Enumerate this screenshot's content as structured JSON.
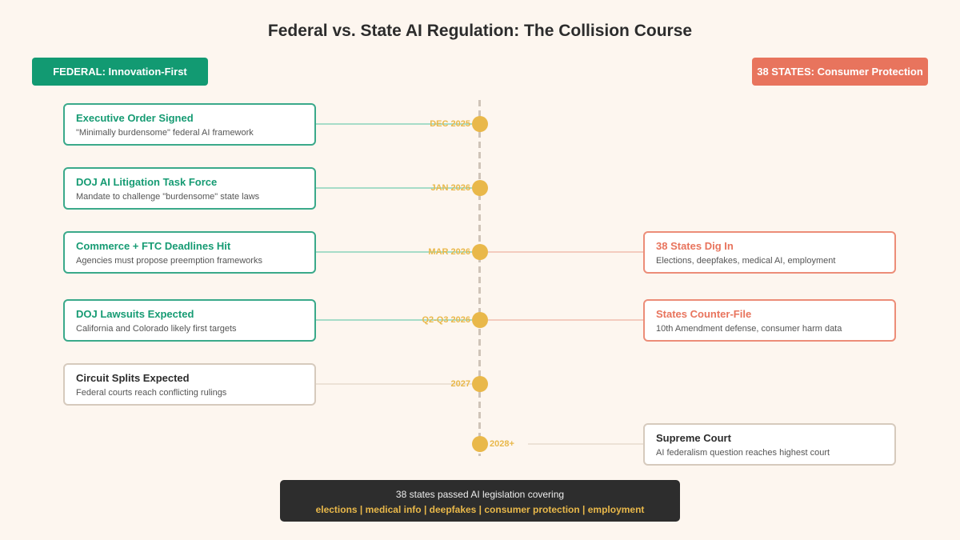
{
  "title": "Federal vs. State AI Regulation: The Collision Course",
  "headers": {
    "federal": "FEDERAL: Innovation-First",
    "states": "38 STATES: Consumer Protection"
  },
  "colors": {
    "background": "#fdf6ef",
    "federal": "#129a72",
    "states": "#e8745d",
    "timeline_node": "#e9b84a",
    "footer_bg": "#2d2d2d"
  },
  "timeline": [
    {
      "date": "DEC 2025",
      "federal": {
        "title": "Executive Order Signed",
        "desc": "\"Minimally burdensome\" federal AI framework"
      }
    },
    {
      "date": "JAN 2026",
      "federal": {
        "title": "DOJ AI Litigation Task Force",
        "desc": "Mandate to challenge \"burdensome\" state laws"
      }
    },
    {
      "date": "MAR 2026",
      "federal": {
        "title": "Commerce + FTC Deadlines Hit",
        "desc": "Agencies must propose preemption frameworks"
      },
      "state": {
        "title": "38 States Dig In",
        "desc": "Elections, deepfakes, medical AI, employment"
      }
    },
    {
      "date": "Q2-Q3 2026",
      "federal": {
        "title": "DOJ Lawsuits Expected",
        "desc": "California and Colorado likely first targets"
      },
      "state": {
        "title": "States Counter-File",
        "desc": "10th Amendment defense, consumer harm data"
      }
    },
    {
      "date": "2027",
      "neutral_left": {
        "title": "Circuit Splits Expected",
        "desc": "Federal courts reach conflicting rulings"
      }
    },
    {
      "date": "2028+",
      "neutral_right": {
        "title": "Supreme Court",
        "desc": "AI federalism question reaches highest court"
      }
    }
  ],
  "footer": {
    "line1": "38 states passed AI legislation covering",
    "line2": "elections | medical info | deepfakes | consumer protection | employment"
  }
}
